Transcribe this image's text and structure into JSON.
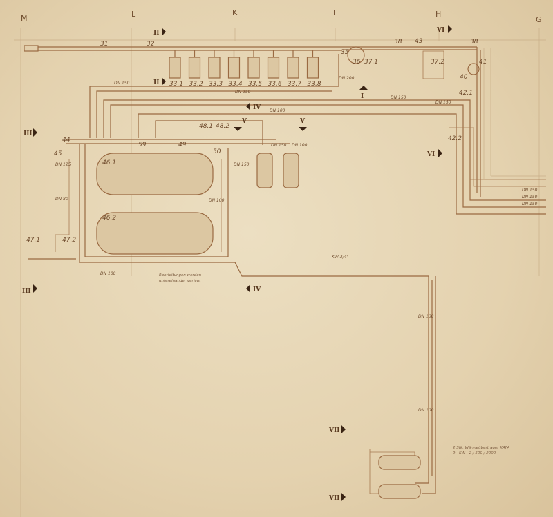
{
  "columns": [
    "M",
    "L",
    "K",
    "I",
    "H",
    "G"
  ],
  "sections": {
    "II_top": "II",
    "VI_top": "VI",
    "II_mid": "II",
    "I_mid": "I",
    "IV_top": "IV",
    "V_a": "V",
    "V_b": "V",
    "III_top": "III",
    "VI_mid": "VI",
    "III_bottom": "III",
    "IV_bottom": "IV",
    "VII_a": "VII",
    "VII_b": "VII"
  },
  "units": {
    "u31": "31",
    "u32": "32",
    "u35": "35",
    "u36": "36",
    "u37_1": "37.1",
    "u37_2": "37.2",
    "u38a": "38",
    "u38b": "38",
    "u40": "40",
    "u41": "41",
    "u42_1": "42.1",
    "u42_2": "42.2",
    "u43": "43",
    "u44": "44",
    "u45": "45",
    "u46_1": "46.1",
    "u46_2": "46.2",
    "u47_1": "47.1",
    "u47_2": "47.2",
    "u48_1": "48.1",
    "u48_2": "48.2",
    "u49": "49",
    "u50": "50",
    "u59": "59"
  },
  "boilers": [
    "33.1",
    "33.2",
    "33.3",
    "33.4",
    "33.5",
    "33.6",
    "33.7",
    "33.8"
  ],
  "pipe_labels": {
    "dn150_a": "DN 150",
    "dn250": "DN 250",
    "dn200": "DN 200",
    "dn150_b": "DN 150",
    "dn150_c": "DN 150",
    "dn100_a": "DN 100",
    "dn125": "DN 125",
    "dn80": "DN 80",
    "dn150_v": "DN 150",
    "dn100_v": "DN 100",
    "dn100_b": "DN 100",
    "dn150_d": "DN 150",
    "dn100_c": "DN 100",
    "dn100_d": "DN 100",
    "dn100_e": "DN 100",
    "dn150_r1": "DN 150",
    "dn150_r2": "DN 150",
    "dn150_r3": "DN 150",
    "kw": "KW 3/4\""
  },
  "notes": {
    "piping_line1": "Rohrleitungen werden",
    "piping_line2": "untereinander verlegt",
    "exchanger_line1": "2 Stk. Wärmeübertrager KAFA",
    "exchanger_line2": "9 - KW - 2 / 500 / 2000"
  }
}
